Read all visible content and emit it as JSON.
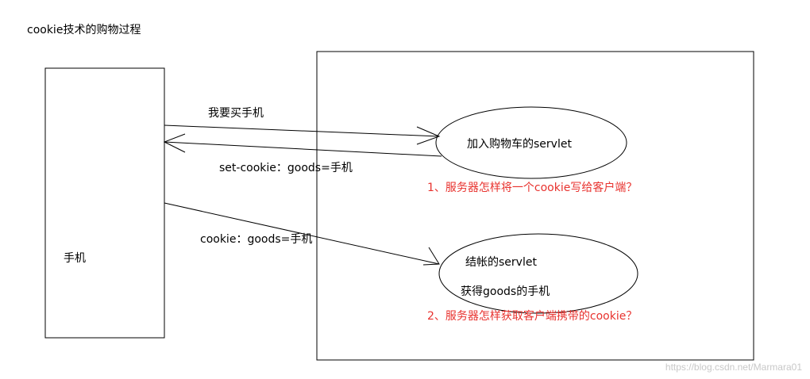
{
  "title": "cookie技术的购物过程",
  "client": {
    "label": "手机"
  },
  "messages": {
    "request": "我要买手机",
    "response": "set-cookie：goods=手机",
    "second_request": "cookie：goods=手机"
  },
  "servlets": {
    "cart": {
      "label": "加入购物车的servlet"
    },
    "checkout": {
      "label": "结帐的servlet",
      "sublabel": "获得goods的手机"
    }
  },
  "questions": {
    "q1": "1、服务器怎样将一个cookie写给客户端？",
    "q2": "2、服务器怎样获取客户端携带的cookie？"
  },
  "watermark": "https://blog.csdn.net/Marmara01",
  "colors": {
    "question": "#e8322e",
    "line": "#000000"
  }
}
